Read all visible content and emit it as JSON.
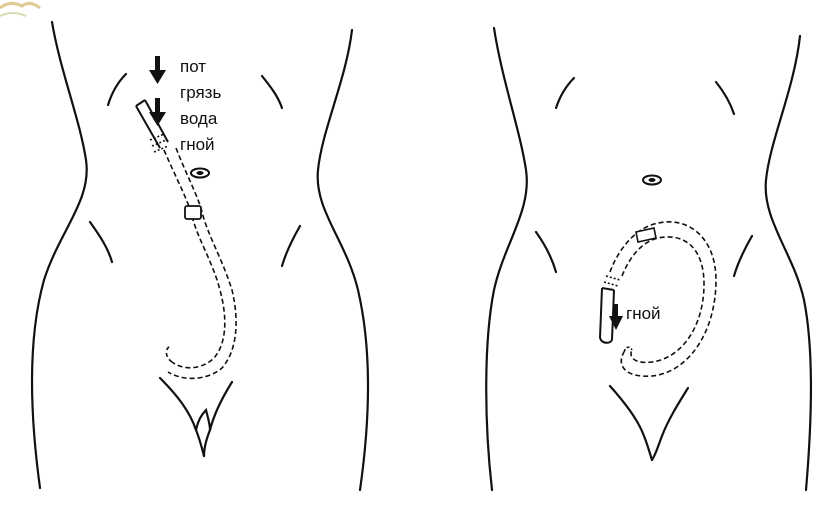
{
  "colors": {
    "outline": "#111111",
    "background": "#ffffff",
    "corner_decoration": "#c9a94a"
  },
  "left_figure": {
    "labels": [
      "пот",
      "грязь",
      "вода",
      "гной"
    ],
    "arrow_icons": [
      "arrow-down-icon",
      "arrow-down-icon"
    ]
  },
  "right_figure": {
    "label": "гной",
    "arrow_icon": "arrow-down-icon"
  }
}
